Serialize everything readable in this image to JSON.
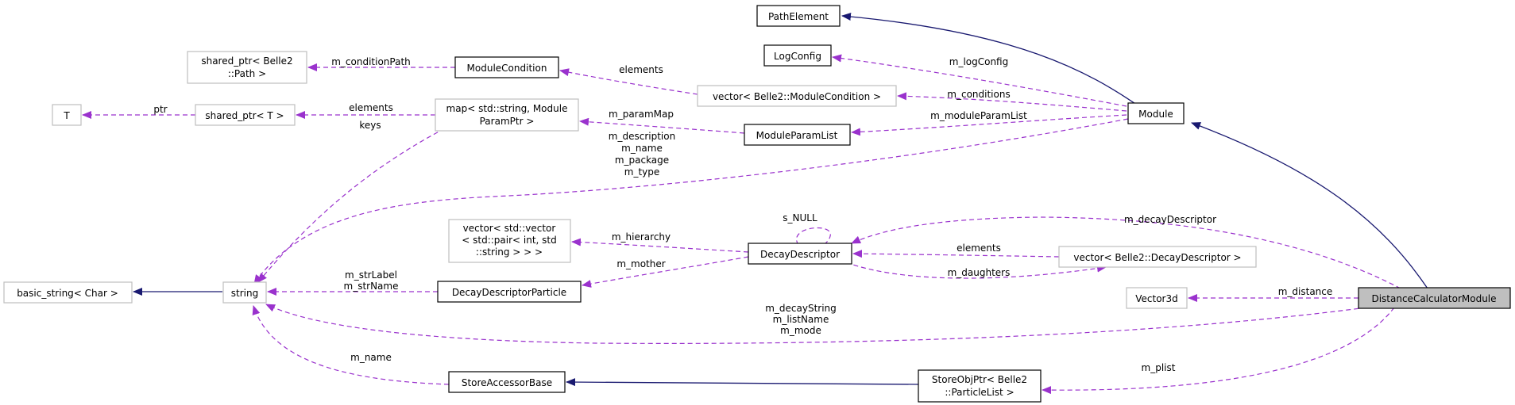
{
  "colors": {
    "inheritance": "#191970",
    "usage": "#9a32cd",
    "focus_fill": "#bfbfbf",
    "grey_border": "#bfbfbf"
  },
  "nodes": {
    "path_element": "PathElement",
    "log_config": "LogConfig",
    "shared_ptr_path": [
      "shared_ptr< Belle2",
      "::Path >"
    ],
    "module_condition": "ModuleCondition",
    "vector_module_condition": "vector< Belle2::ModuleCondition >",
    "t": "T",
    "shared_ptr_t": "shared_ptr< T >",
    "map_string_param": [
      "map< std::string, Module",
      "ParamPtr >"
    ],
    "module_param_list": "ModuleParamList",
    "module": "Module",
    "vector_pair": [
      "vector< std::vector",
      "< std::pair< int, std",
      "::string > > >"
    ],
    "decay_descriptor": "DecayDescriptor",
    "vector_decay_descriptor": "vector< Belle2::DecayDescriptor >",
    "basic_string": "basic_string< Char >",
    "string": "string",
    "decay_descriptor_particle": "DecayDescriptorParticle",
    "vector3d": "Vector3d",
    "distance_calculator_module": "DistanceCalculatorModule",
    "store_accessor_base": "StoreAccessorBase",
    "store_obj_ptr": [
      "StoreObjPtr< Belle2",
      "::ParticleList >"
    ]
  },
  "edge_labels": {
    "m_condition_path": "m_conditionPath",
    "elements_condition": "elements",
    "m_log_config": "m_logConfig",
    "ptr": "ptr",
    "elements_shared": "elements",
    "keys": "keys",
    "m_conditions": "m_conditions",
    "m_param_map": "m_paramMap",
    "m_module_param_list": "m_moduleParamList",
    "module_strings": [
      "m_description",
      "m_name",
      "m_package",
      "m_type"
    ],
    "s_null": "s_NULL",
    "m_decay_descriptor": "m_decayDescriptor",
    "m_hierarchy": "m_hierarchy",
    "elements_decay": "elements",
    "m_mother": "m_mother",
    "m_daughters": "m_daughters",
    "particle_strings": [
      "m_strLabel",
      "m_strName"
    ],
    "m_distance": "m_distance",
    "module_decay_strings": [
      "m_decayString",
      "m_listName",
      "m_mode"
    ],
    "m_name_accessor": "m_name",
    "m_plist": "m_plist"
  }
}
